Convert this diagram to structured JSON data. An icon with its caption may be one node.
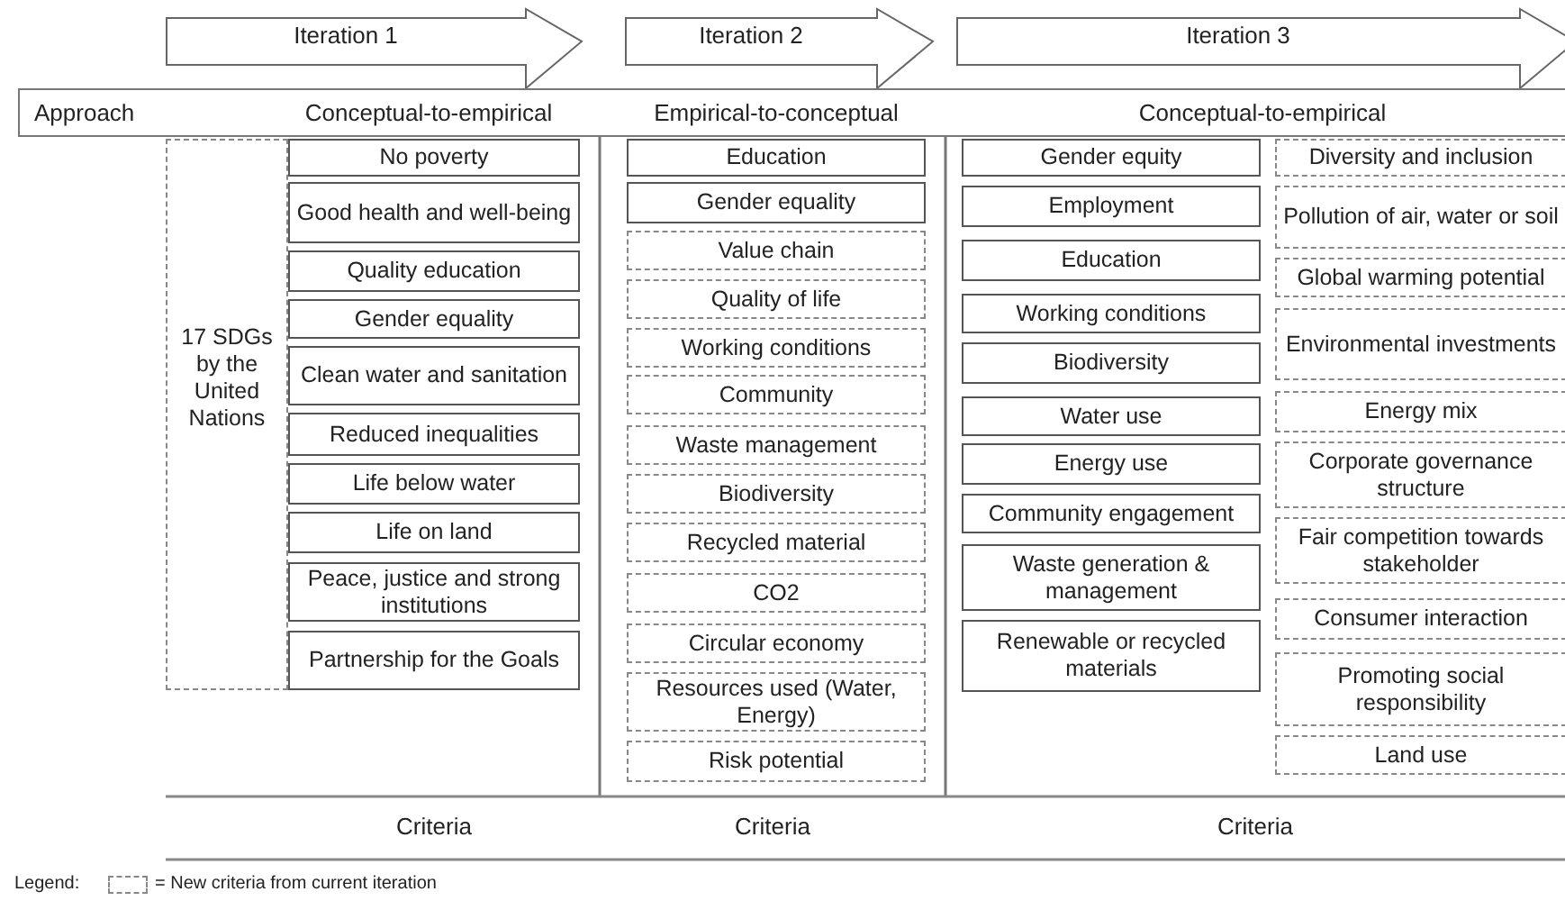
{
  "diagram": {
    "nodes": [
      {
        "text": [
          "Iteration 1"
        ]
      },
      {
        "text": [
          "Iteration 2"
        ]
      },
      {
        "text": [
          "Iteration 3"
        ]
      },
      {
        "text": [
          "Approach",
          "Conceptual-to-empirical",
          "Empirical-to-conceptual",
          "Conceptual-to-empirical"
        ]
      },
      {
        "text": [
          "17 SDGs by the United Nations"
        ]
      },
      {
        "text": [
          "No poverty"
        ]
      },
      {
        "text": [
          "Good health and well-being"
        ]
      },
      {
        "text": [
          "Quality education"
        ]
      },
      {
        "text": [
          "Gender equality"
        ]
      },
      {
        "text": [
          "Clean water and sanitation"
        ]
      },
      {
        "text": [
          "Reduced inequalities"
        ]
      },
      {
        "text": [
          "Life below water"
        ]
      },
      {
        "text": [
          "Life on land"
        ]
      },
      {
        "text": [
          "Peace, justice and strong institutions"
        ]
      },
      {
        "text": [
          "Partnership for the Goals"
        ]
      },
      {
        "text": [
          "Education"
        ]
      },
      {
        "text": [
          "Gender equality"
        ]
      },
      {
        "text": [
          "Value chain"
        ]
      },
      {
        "text": [
          "Quality of life"
        ]
      },
      {
        "text": [
          "Working conditions"
        ]
      },
      {
        "text": [
          "Community"
        ]
      },
      {
        "text": [
          "Waste management"
        ]
      },
      {
        "text": [
          "Biodiversity"
        ]
      },
      {
        "text": [
          "Recycled material"
        ]
      },
      {
        "text": [
          "CO2"
        ]
      },
      {
        "text": [
          "Circular economy"
        ]
      },
      {
        "text": [
          "Resources used (Water, Energy)"
        ]
      },
      {
        "text": [
          "Risk potential"
        ]
      },
      {
        "text": [
          "Gender equity"
        ]
      },
      {
        "text": [
          "Employment"
        ]
      },
      {
        "text": [
          "Education"
        ]
      },
      {
        "text": [
          "Working conditions"
        ]
      },
      {
        "text": [
          "Biodiversity"
        ]
      },
      {
        "text": [
          "Water use"
        ]
      },
      {
        "text": [
          "Energy use"
        ]
      },
      {
        "text": [
          "Community engagement"
        ]
      },
      {
        "text": [
          "Waste generation & management"
        ]
      },
      {
        "text": [
          "Renewable or recycled materials"
        ]
      },
      {
        "text": [
          "Diversity and inclusion"
        ]
      },
      {
        "text": [
          "Pollution of air, water or soil"
        ]
      },
      {
        "text": [
          "Global warming potential"
        ]
      },
      {
        "text": [
          "Environmental investments"
        ]
      },
      {
        "text": [
          "Energy mix"
        ]
      },
      {
        "text": [
          "Corporate governance structure"
        ]
      },
      {
        "text": [
          "Fair competition towards stakeholder"
        ]
      },
      {
        "text": [
          "Consumer interaction"
        ]
      },
      {
        "text": [
          "Promoting social responsibility"
        ]
      },
      {
        "text": [
          "Land use"
        ]
      }
    ],
    "labels": [
      "Criteria",
      "Criteria",
      "Criteria",
      "Legend:"
    ],
    "legend": [
      {
        "text": "= New criteria from current iteration"
      }
    ]
  }
}
